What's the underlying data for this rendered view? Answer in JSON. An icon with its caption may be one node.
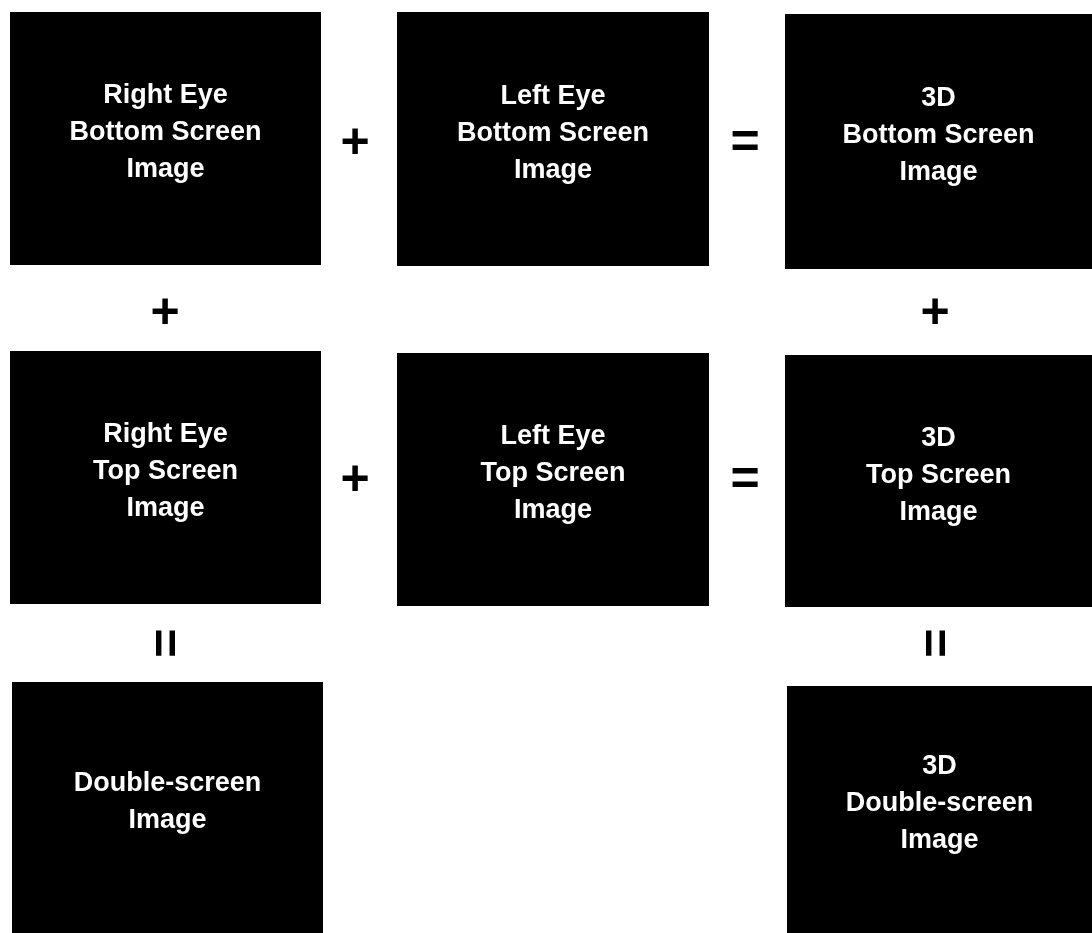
{
  "diagram": {
    "nodes": [
      {
        "text": [
          "Right Eye",
          "Bottom Screen Image"
        ]
      },
      {
        "text": [
          "Left Eye",
          "Bottom Screen Image"
        ]
      },
      {
        "text": [
          "3D",
          "Bottom Screen Image"
        ]
      },
      {
        "text": [
          "Right Eye",
          "Top Screen Image"
        ]
      },
      {
        "text": [
          "Left Eye",
          "Top Screen Image"
        ]
      },
      {
        "text": [
          "3D",
          "Top Screen Image"
        ]
      },
      {
        "text": [
          "Double-screen Image"
        ]
      },
      {
        "text": [
          "3D",
          "Double-screen Image"
        ]
      }
    ],
    "labels": [
      "+",
      "=",
      "+",
      "+",
      "+",
      "=",
      "=",
      "="
    ]
  }
}
